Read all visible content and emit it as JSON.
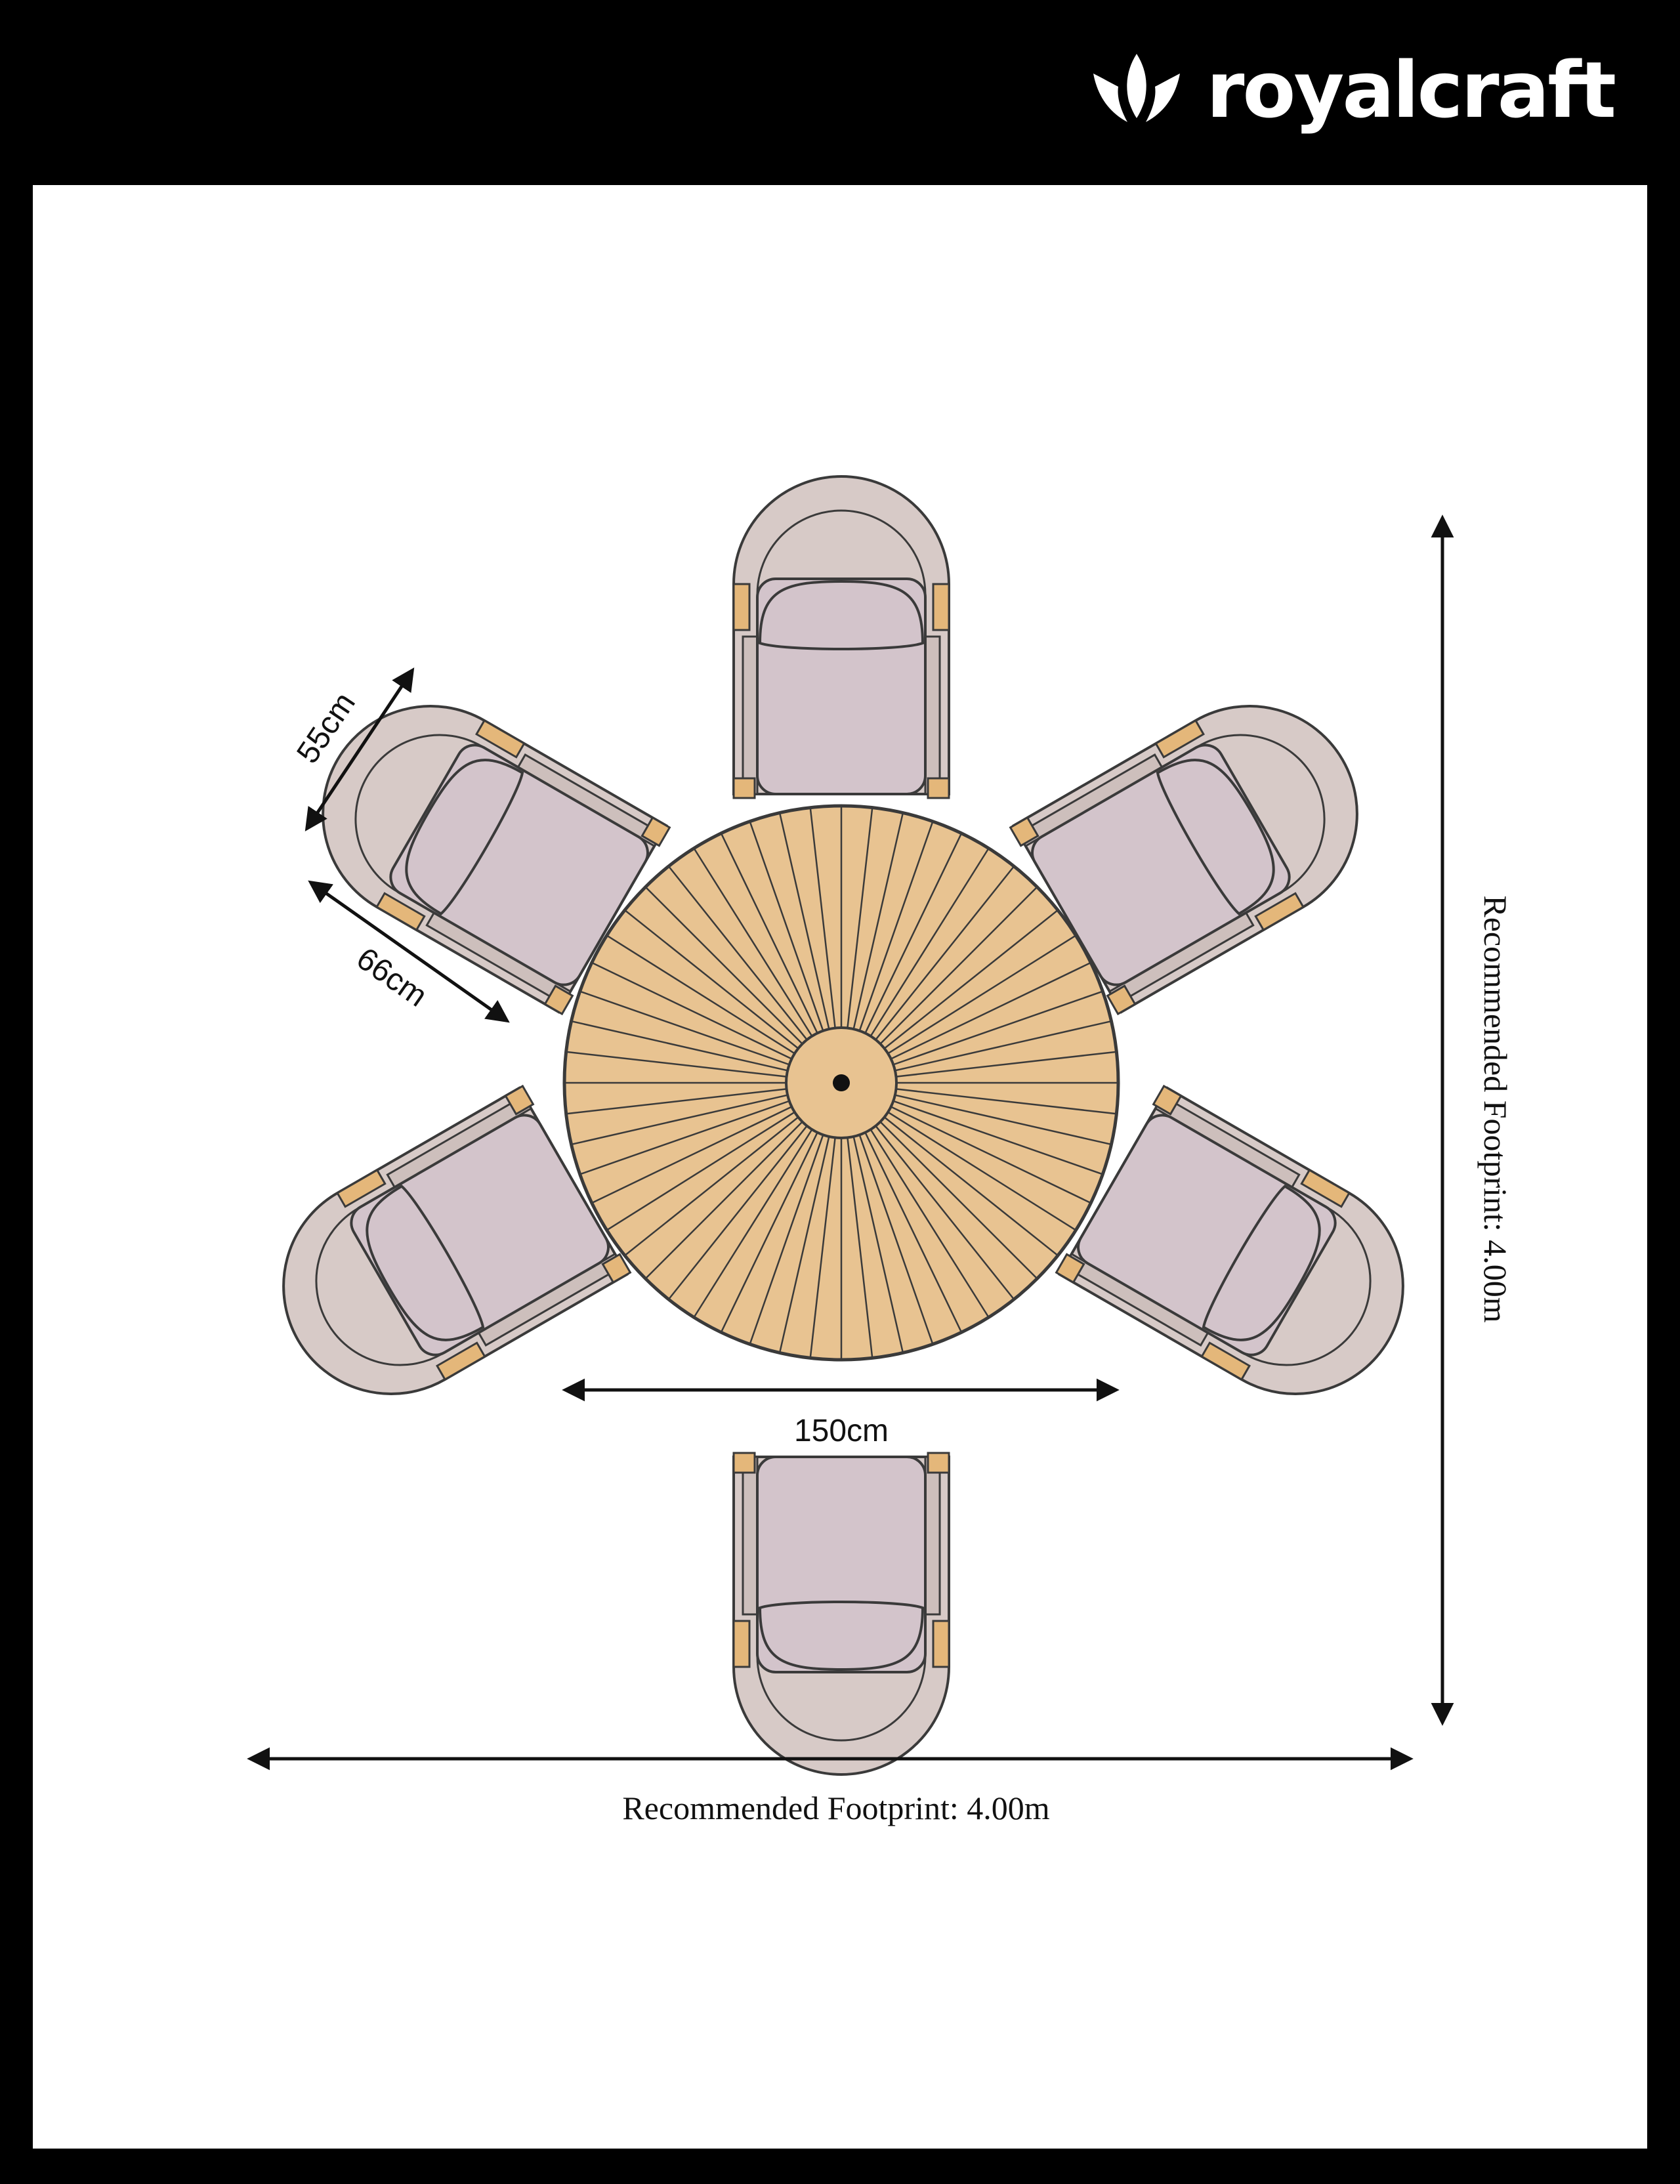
{
  "brand": {
    "name": "royalcraft",
    "logo_icon": "lotus-flame-logo"
  },
  "table": {
    "diameter_label": "150cm"
  },
  "chair": {
    "width_label": "55cm",
    "depth_label": "66cm"
  },
  "footprint": {
    "horizontal_label": "Recommended Footprint: 4.00m",
    "vertical_label": "Recommended Footprint: 4.00m"
  },
  "colors": {
    "frame": "#000000",
    "background": "#ffffff",
    "tabletop": "#e8c391",
    "chair_cushion": "#d3c4cb",
    "chair_frame": "#d7cac7",
    "chair_wood": "#e4b77a",
    "outline": "#3a3a3a"
  }
}
